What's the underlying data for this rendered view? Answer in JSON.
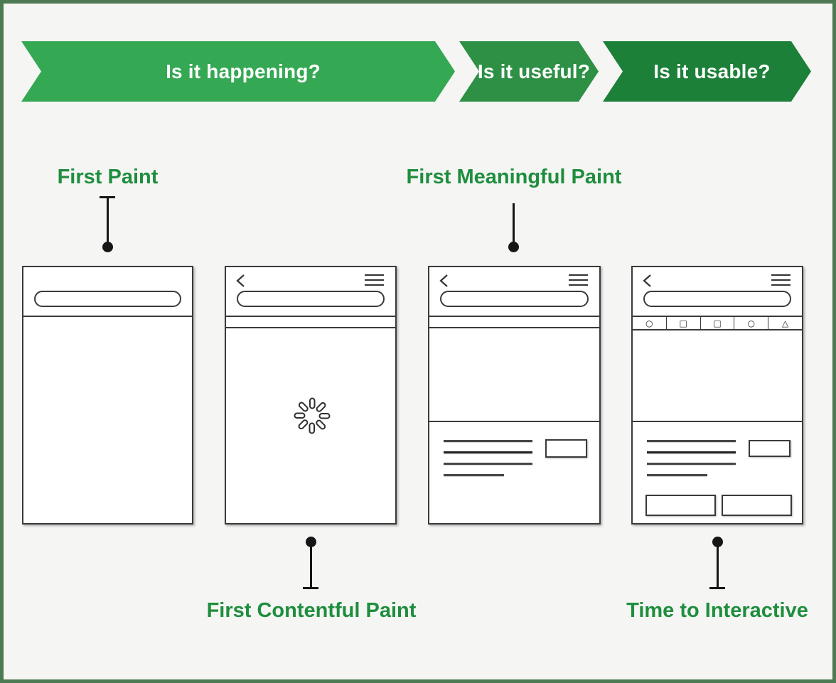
{
  "banners": [
    {
      "label": "Is it happening?",
      "color": "#34a853"
    },
    {
      "label": "Is it useful?",
      "color": "#2d9045"
    },
    {
      "label": "Is it usable?",
      "color": "#1d8038"
    }
  ],
  "metrics": {
    "first_paint": "First Paint",
    "first_meaningful_paint": "First Meaningful Paint",
    "first_contentful_paint": "First Contentful Paint",
    "time_to_interactive": "Time to Interactive"
  },
  "icons": {
    "back": "back-chevron",
    "menu": "hamburger-menu",
    "spinner": "loading-spinner",
    "tabs": [
      "○",
      "□",
      "□",
      "○",
      "△"
    ]
  },
  "colors": {
    "background": "#f5f5f3",
    "frame_border": "#4d7a52",
    "label_green": "#1e8e3e",
    "wireframe_stroke": "#3a3a3a",
    "indicator_black": "#161616"
  }
}
